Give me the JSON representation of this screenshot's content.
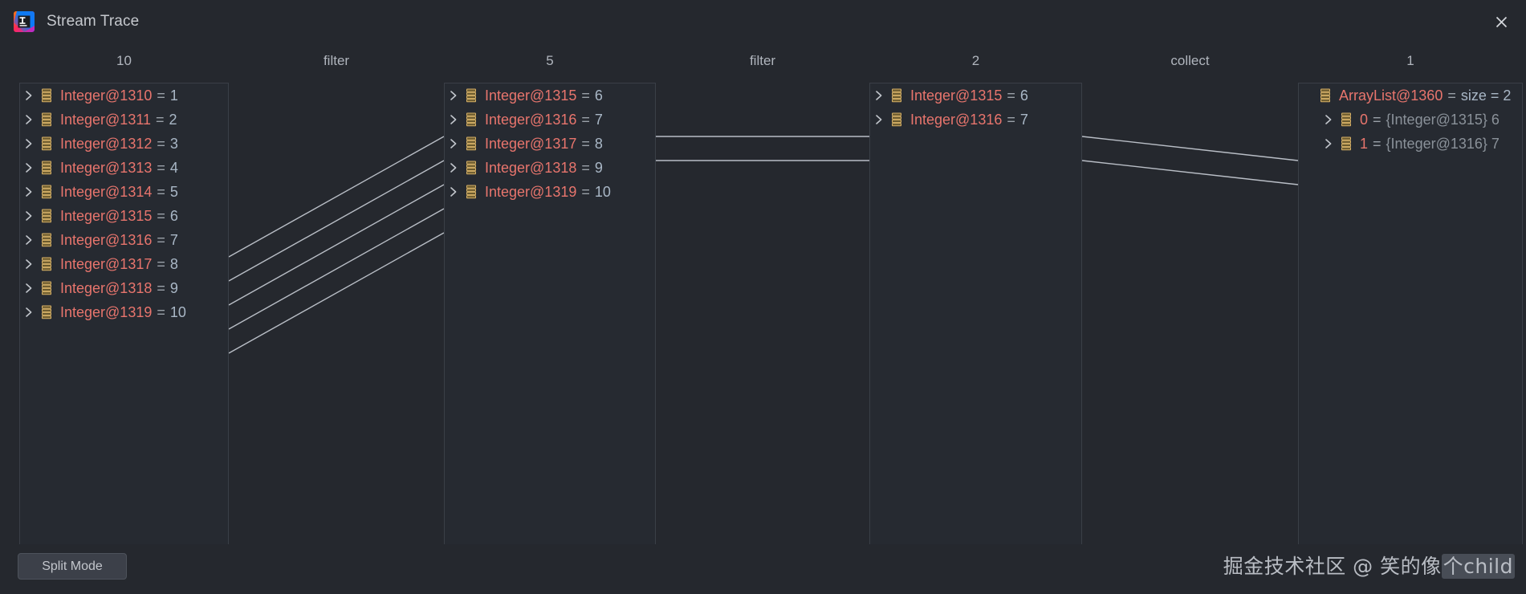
{
  "window": {
    "title": "Stream Trace",
    "logo_icon": "intellij-idea-logo",
    "close_icon": "close-icon"
  },
  "footer": {
    "split_mode_label": "Split Mode",
    "watermark_prefix": "掘金技术社区 @ 笑的像",
    "watermark_highlight": "个child"
  },
  "colors": {
    "background": "#25282e",
    "panel_background": "#262a31",
    "panel_border": "#3a3f47",
    "object_name": "#e8756d",
    "value_text": "#a9b7c6",
    "dim_text": "#8a9199",
    "label_text": "#b5b9bf",
    "icon_gold": "#d9b368",
    "connector": "#b9bec6",
    "scrollbar": "#4d535b"
  },
  "stages": [
    {
      "operation_label": "",
      "count_label": "10",
      "items": [
        {
          "expandable": true,
          "icon": "object-instance-icon",
          "name": "Integer@1310",
          "eq": "=",
          "value": "1"
        },
        {
          "expandable": true,
          "icon": "object-instance-icon",
          "name": "Integer@1311",
          "eq": "=",
          "value": "2"
        },
        {
          "expandable": true,
          "icon": "object-instance-icon",
          "name": "Integer@1312",
          "eq": "=",
          "value": "3"
        },
        {
          "expandable": true,
          "icon": "object-instance-icon",
          "name": "Integer@1313",
          "eq": "=",
          "value": "4"
        },
        {
          "expandable": true,
          "icon": "object-instance-icon",
          "name": "Integer@1314",
          "eq": "=",
          "value": "5"
        },
        {
          "expandable": true,
          "icon": "object-instance-icon",
          "name": "Integer@1315",
          "eq": "=",
          "value": "6"
        },
        {
          "expandable": true,
          "icon": "object-instance-icon",
          "name": "Integer@1316",
          "eq": "=",
          "value": "7"
        },
        {
          "expandable": true,
          "icon": "object-instance-icon",
          "name": "Integer@1317",
          "eq": "=",
          "value": "8"
        },
        {
          "expandable": true,
          "icon": "object-instance-icon",
          "name": "Integer@1318",
          "eq": "=",
          "value": "9"
        },
        {
          "expandable": true,
          "icon": "object-instance-icon",
          "name": "Integer@1319",
          "eq": "=",
          "value": "10"
        }
      ]
    },
    {
      "operation_label": "filter",
      "count_label": "5",
      "items": [
        {
          "expandable": true,
          "icon": "object-instance-icon",
          "name": "Integer@1315",
          "eq": "=",
          "value": "6"
        },
        {
          "expandable": true,
          "icon": "object-instance-icon",
          "name": "Integer@1316",
          "eq": "=",
          "value": "7"
        },
        {
          "expandable": true,
          "icon": "object-instance-icon",
          "name": "Integer@1317",
          "eq": "=",
          "value": "8"
        },
        {
          "expandable": true,
          "icon": "object-instance-icon",
          "name": "Integer@1318",
          "eq": "=",
          "value": "9"
        },
        {
          "expandable": true,
          "icon": "object-instance-icon",
          "name": "Integer@1319",
          "eq": "=",
          "value": "10"
        }
      ]
    },
    {
      "operation_label": "filter",
      "count_label": "2",
      "items": [
        {
          "expandable": true,
          "icon": "object-instance-icon",
          "name": "Integer@1315",
          "eq": "=",
          "value": "6"
        },
        {
          "expandable": true,
          "icon": "object-instance-icon",
          "name": "Integer@1316",
          "eq": "=",
          "value": "7"
        }
      ]
    },
    {
      "operation_label": "collect",
      "count_label": "1",
      "items": [
        {
          "expandable": false,
          "indent": false,
          "icon": "object-instance-icon",
          "name": "ArrayList@1360",
          "eq": "=",
          "value": "size = 2"
        },
        {
          "expandable": true,
          "indent": true,
          "icon": "object-instance-icon",
          "name": "0",
          "eq": "=",
          "value": "{Integer@1315} 6"
        },
        {
          "expandable": true,
          "indent": true,
          "icon": "object-instance-icon",
          "name": "1",
          "eq": "=",
          "value": "{Integer@1316} 7"
        }
      ],
      "has_hscroll": true
    }
  ]
}
